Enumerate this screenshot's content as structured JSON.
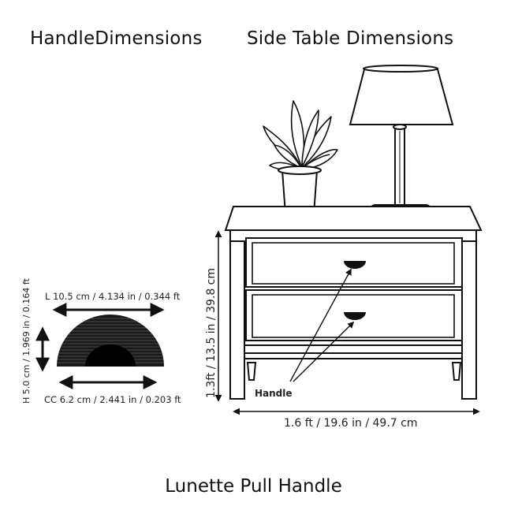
{
  "titles": {
    "handle": "HandleDimensions",
    "table": "Side Table Dimensions",
    "footer": "Lunette Pull Handle"
  },
  "handle_dims": {
    "length": "L 10.5 cm / 4.134 in / 0.344 ft",
    "height": "H 5.0 cm / 1.969 in / 0.164 ft",
    "cc": "CC 6.2 cm / 2.441 in / 0.203 ft"
  },
  "table_dims": {
    "height": "1.3ft / 13.5 in / 39.8 cm",
    "width": "1.6 ft / 19.6 in / 49.7 cm",
    "handle_label": "Handle"
  }
}
